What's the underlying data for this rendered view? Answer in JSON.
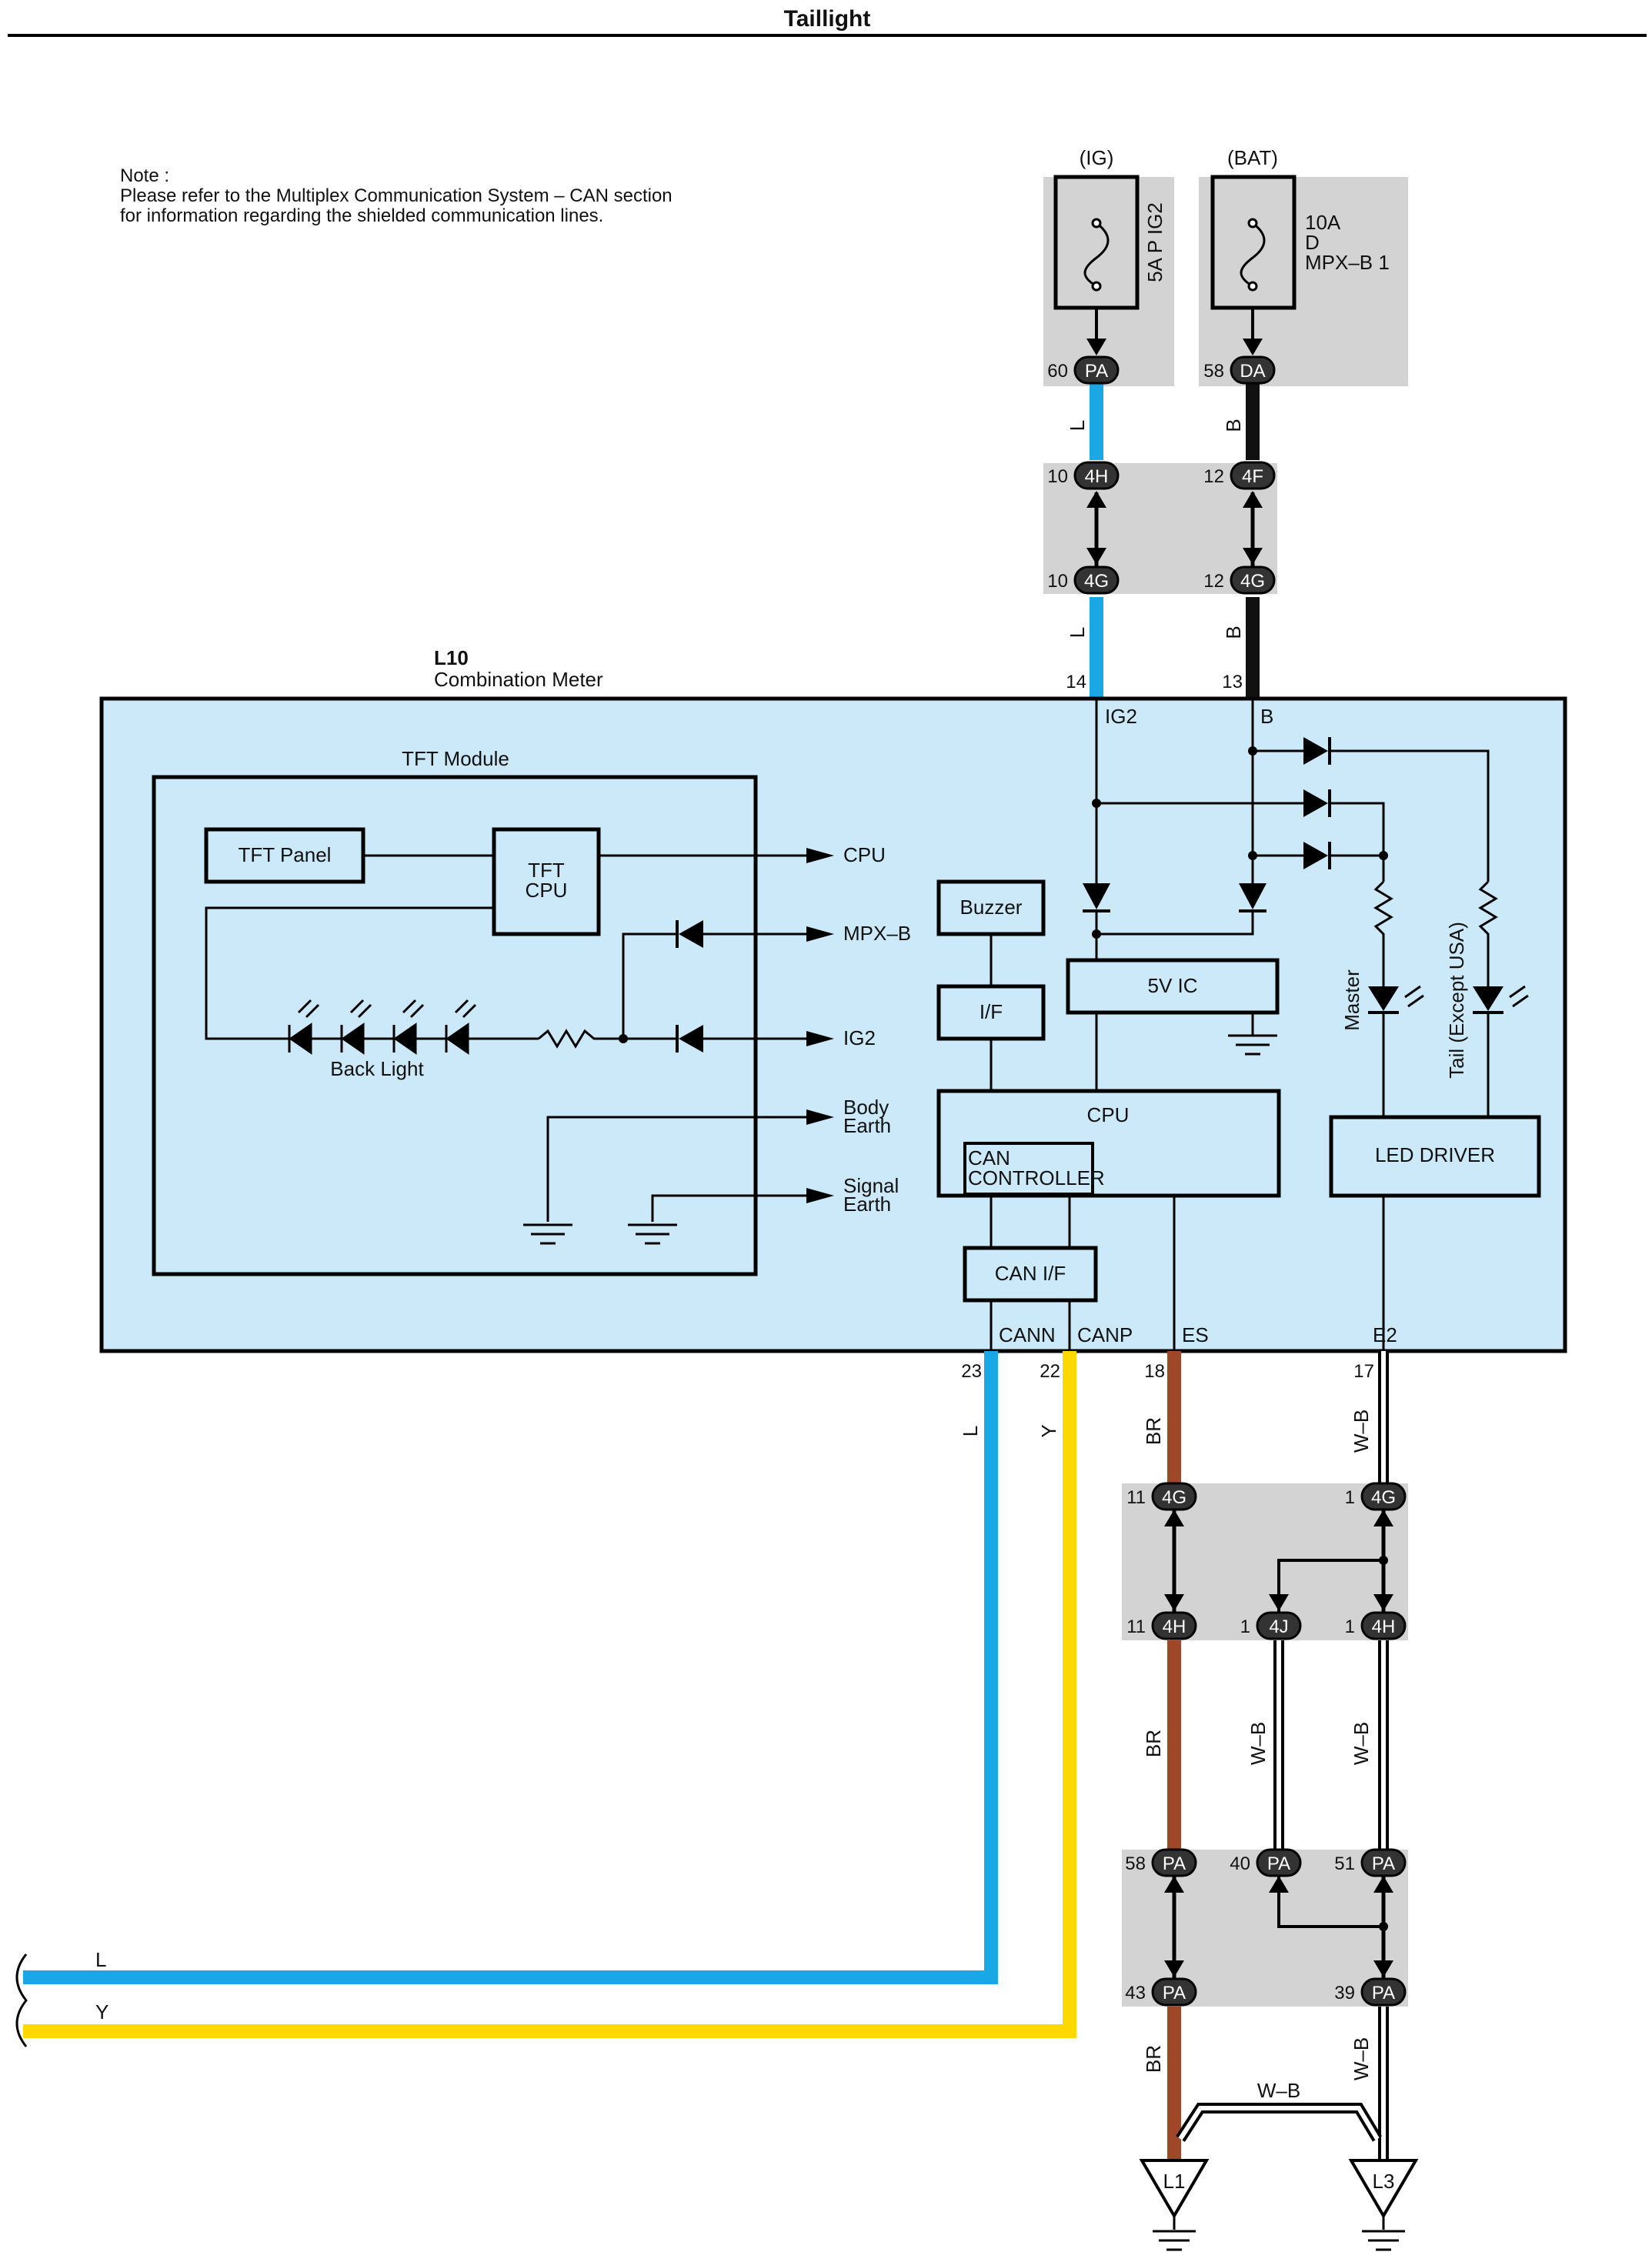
{
  "page": {
    "title": "Taillight"
  },
  "note": {
    "heading": "Note :",
    "line1": "Please refer to the Multiplex Communication System – CAN section",
    "line2": "for information regarding the shielded communication lines."
  },
  "fuses": {
    "ig": {
      "supply": "(IG)",
      "name": "5A P IG2"
    },
    "bat": {
      "supply": "(BAT)",
      "line1": "10A",
      "line2": "D",
      "line3": "MPX–B 1"
    }
  },
  "connectors": {
    "fuse_ig": {
      "pin": "60",
      "code": "PA"
    },
    "fuse_bat": {
      "pin": "58",
      "code": "DA"
    },
    "j_l_top": {
      "pin": "10",
      "code": "4H"
    },
    "j_l_bot": {
      "pin": "10",
      "code": "4G"
    },
    "j_b_top": {
      "pin": "12",
      "code": "4F"
    },
    "j_b_bot": {
      "pin": "12",
      "code": "4G"
    },
    "br_4g": {
      "pin": "11",
      "code": "4G"
    },
    "wb_4g": {
      "pin": "1",
      "code": "4G"
    },
    "br_4h": {
      "pin": "11",
      "code": "4H"
    },
    "mid_4j": {
      "pin": "1",
      "code": "4J"
    },
    "wb_4h": {
      "pin": "1",
      "code": "4H"
    },
    "br_pa58": {
      "pin": "58",
      "code": "PA"
    },
    "mid_pa40": {
      "pin": "40",
      "code": "PA"
    },
    "wb_pa51": {
      "pin": "51",
      "code": "PA"
    },
    "br_pa43": {
      "pin": "43",
      "code": "PA"
    },
    "wb_pa39": {
      "pin": "39",
      "code": "PA"
    }
  },
  "wires": {
    "ig_top": "L",
    "ig_bot": "L",
    "bat_top": "B",
    "bat_bot": "B",
    "cann": "L",
    "canp": "Y",
    "es_top": "BR",
    "e2_top": "W–B",
    "br_mid": "BR",
    "wb_mid1": "W–B",
    "wb_mid2": "W–B",
    "br_bot": "BR",
    "wb_bot": "W–B",
    "wb_cross": "W–B",
    "left_l": "L",
    "left_y": "Y"
  },
  "meter": {
    "id": "L10",
    "name": "Combination Meter",
    "pins": {
      "ig2": {
        "num": "14",
        "name": "IG2"
      },
      "b": {
        "num": "13",
        "name": "B"
      },
      "cann": {
        "num": "23",
        "name": "CANN"
      },
      "canp": {
        "num": "22",
        "name": "CANP"
      },
      "es": {
        "num": "18",
        "name": "ES"
      },
      "e2": {
        "num": "17",
        "name": "E2"
      }
    },
    "tft_module": {
      "title": "TFT Module",
      "panel": "TFT Panel",
      "cpu_line1": "TFT",
      "cpu_line2": "CPU",
      "back_light": "Back Light",
      "out_cpu": "CPU",
      "out_mpxb": "MPX–B",
      "out_ig2": "IG2",
      "out_body1": "Body",
      "out_body2": "Earth",
      "out_signal1": "Signal",
      "out_signal2": "Earth"
    },
    "blocks": {
      "buzzer": "Buzzer",
      "if": "I/F",
      "ic5v": "5V IC",
      "cpu": "CPU",
      "can_ctrl1": "CAN",
      "can_ctrl2": "CONTROLLER",
      "can_if": "CAN I/F",
      "led_driver": "LED DRIVER",
      "master": "Master",
      "tail": "Tail (Except USA)"
    }
  },
  "grounds": {
    "l1": "L1",
    "l3": "L3"
  },
  "colors": {
    "L": "#1aa7e6",
    "Y": "#ffd800",
    "BR": "#a0472a",
    "B": "#111111",
    "meter_fill": "#cbe9f8",
    "shade": "#d3d3d3"
  }
}
